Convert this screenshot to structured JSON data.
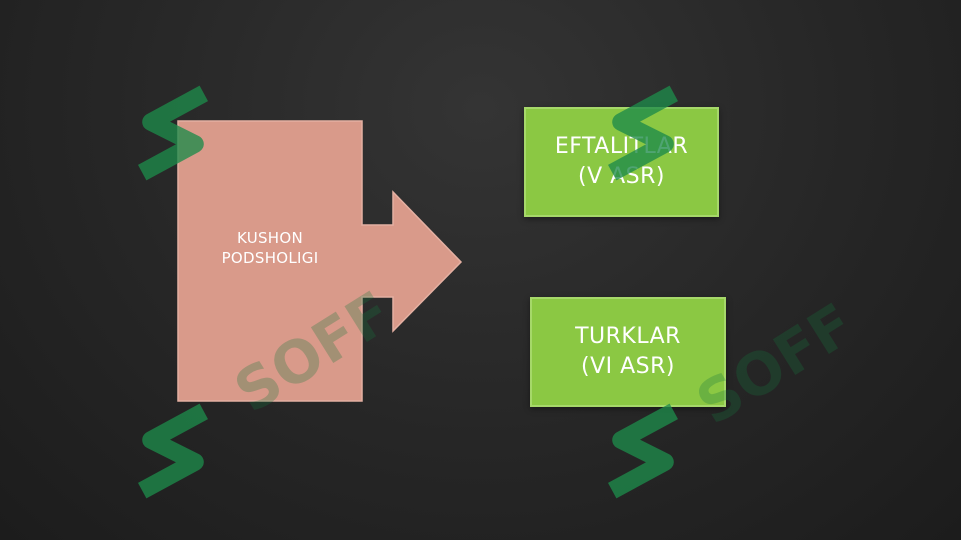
{
  "diagram": {
    "source_shape": {
      "label_line1": "KUSHON",
      "label_line2": "PODSHOLIGI",
      "color": "#d99a8a"
    },
    "targets": [
      {
        "line1": "EFTALITLAR",
        "line2": "(V ASR)",
        "color": "#8bc843"
      },
      {
        "line1": "TURKLAR",
        "line2": "(VI ASR)",
        "color": "#8bc843"
      }
    ]
  },
  "watermark": {
    "text": "SOFF",
    "icon": "dollar-s-logo-icon",
    "color": "#1e8a4a"
  }
}
